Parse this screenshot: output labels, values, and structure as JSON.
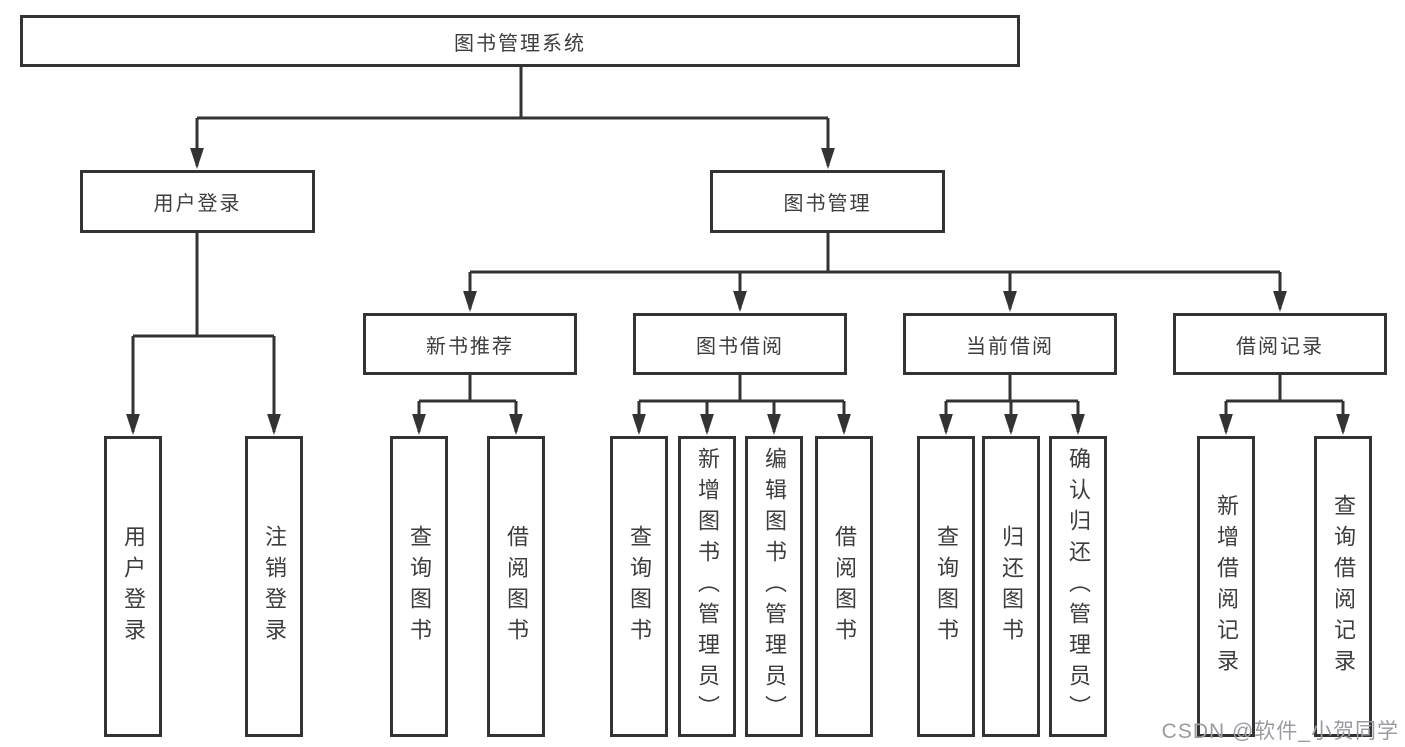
{
  "diagram": {
    "root": {
      "label": "图书管理系统"
    },
    "branches": [
      {
        "label": "用户登录",
        "leaves": [
          {
            "label": "用户登录"
          },
          {
            "label": "注销登录"
          }
        ]
      },
      {
        "label": "图书管理",
        "groups": [
          {
            "label": "新书推荐",
            "leaves": [
              {
                "label": "查询图书"
              },
              {
                "label": "借阅图书"
              }
            ]
          },
          {
            "label": "图书借阅",
            "leaves": [
              {
                "label": "查询图书"
              },
              {
                "label": "新增图书（管理员）"
              },
              {
                "label": "编辑图书（管理员）"
              },
              {
                "label": "借阅图书"
              }
            ]
          },
          {
            "label": "当前借阅",
            "leaves": [
              {
                "label": "查询图书"
              },
              {
                "label": "归还图书"
              },
              {
                "label": "确认归还（管理员）"
              }
            ]
          },
          {
            "label": "借阅记录",
            "leaves": [
              {
                "label": "新增借阅记录"
              },
              {
                "label": "查询借阅记录"
              }
            ]
          }
        ]
      }
    ]
  },
  "watermark": {
    "text": "CSDN @软件_小贺同学"
  },
  "colors": {
    "line": "#333333",
    "text": "#3d3d3d",
    "background": "#ffffff",
    "node_background": "#ffffff",
    "watermark": "#9b9ba1"
  }
}
